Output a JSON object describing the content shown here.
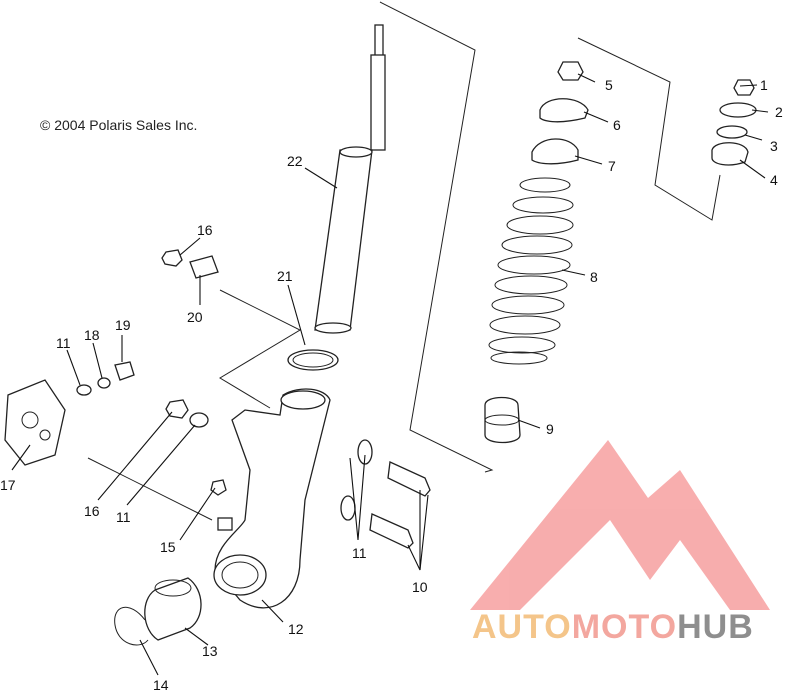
{
  "copyright": "© 2004 Polaris Sales Inc.",
  "watermark": {
    "part1": "AUTO",
    "part2": "MOTO",
    "part3": "HUB",
    "colors": {
      "orange": "#f4c58a",
      "pink": "#f3a79f",
      "gray": "#8e8e8e",
      "logo": "#f26b6b"
    }
  },
  "callouts": {
    "c1": "1",
    "c2": "2",
    "c3": "3",
    "c4": "4",
    "c5": "5",
    "c6": "6",
    "c7": "7",
    "c8": "8",
    "c9": "9",
    "c10": "10",
    "c11a": "11",
    "c11b": "11",
    "c11c": "11",
    "c12": "12",
    "c13": "13",
    "c14": "14",
    "c15": "15",
    "c16a": "16",
    "c16b": "16",
    "c17": "17",
    "c18": "18",
    "c19": "19",
    "c20": "20",
    "c21": "21",
    "c22": "22"
  }
}
